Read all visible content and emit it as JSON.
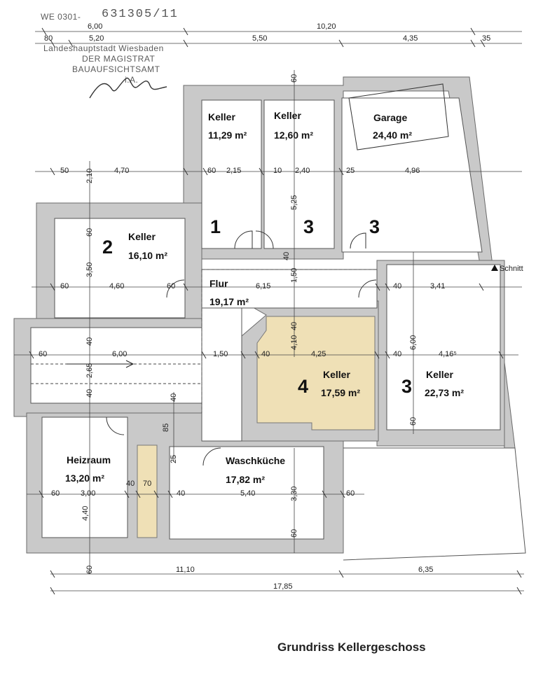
{
  "stamp": {
    "ref_prefix": "WE 0301-",
    "ref_number": "631305/11",
    "line1": "Landeshauptstadt Wiesbaden",
    "line2": "DER MAGISTRAT",
    "line3": "BAUAUFSICHTSAMT",
    "line4": "i.A."
  },
  "title": "Grundriss Kellergeschoss",
  "marker": "Schnitt",
  "rooms": [
    {
      "id": "keller1",
      "name": "Keller",
      "area": "11,29 m²",
      "number": "1"
    },
    {
      "id": "keller3a",
      "name": "Keller",
      "area": "12,60 m²",
      "number": "3"
    },
    {
      "id": "garage",
      "name": "Garage",
      "area": "24,40 m²",
      "number": "3"
    },
    {
      "id": "keller2",
      "name": "Keller",
      "area": "16,10 m²",
      "number": "2"
    },
    {
      "id": "flur",
      "name": "Flur",
      "area": "19,17 m²",
      "number": ""
    },
    {
      "id": "keller4",
      "name": "Keller",
      "area": "17,59 m²",
      "number": "4"
    },
    {
      "id": "keller3b",
      "name": "Keller",
      "area": "22,73 m²",
      "number": "3"
    },
    {
      "id": "heizraum",
      "name": "Heizraum",
      "area": "13,20 m²",
      "number": ""
    },
    {
      "id": "waschkueche",
      "name": "Waschküche",
      "area": "17,82 m²",
      "number": ""
    }
  ],
  "dimensions": {
    "top_total": "10,20",
    "top_left": "6,00",
    "top_row": [
      "80",
      "5,20",
      "5,50",
      "4,35",
      "35"
    ],
    "row_210": [
      "50",
      "4,70",
      "60",
      "2,15",
      "10",
      "2,40",
      "25",
      "4,96"
    ],
    "row_460": [
      "60",
      "4,60",
      "60",
      "6,15",
      "40",
      "3,41"
    ],
    "row_600": [
      "60",
      "6,00",
      "1,50",
      "40",
      "4,25",
      "40",
      "4,16⁵"
    ],
    "row_300": [
      "60",
      "3,00",
      "40",
      "70",
      "40",
      "5,40",
      "60"
    ],
    "bottom_row": [
      "11,10",
      "6,35"
    ],
    "bottom_total": "17,85",
    "vertical": [
      "60",
      "2,10",
      "60",
      "3,50",
      "40",
      "2,65",
      "40",
      "4,40",
      "60",
      "85",
      "25",
      "40",
      "5,25",
      "40",
      "1,50",
      "4,10",
      "40",
      "6,00",
      "60",
      "3,30",
      "60"
    ]
  }
}
